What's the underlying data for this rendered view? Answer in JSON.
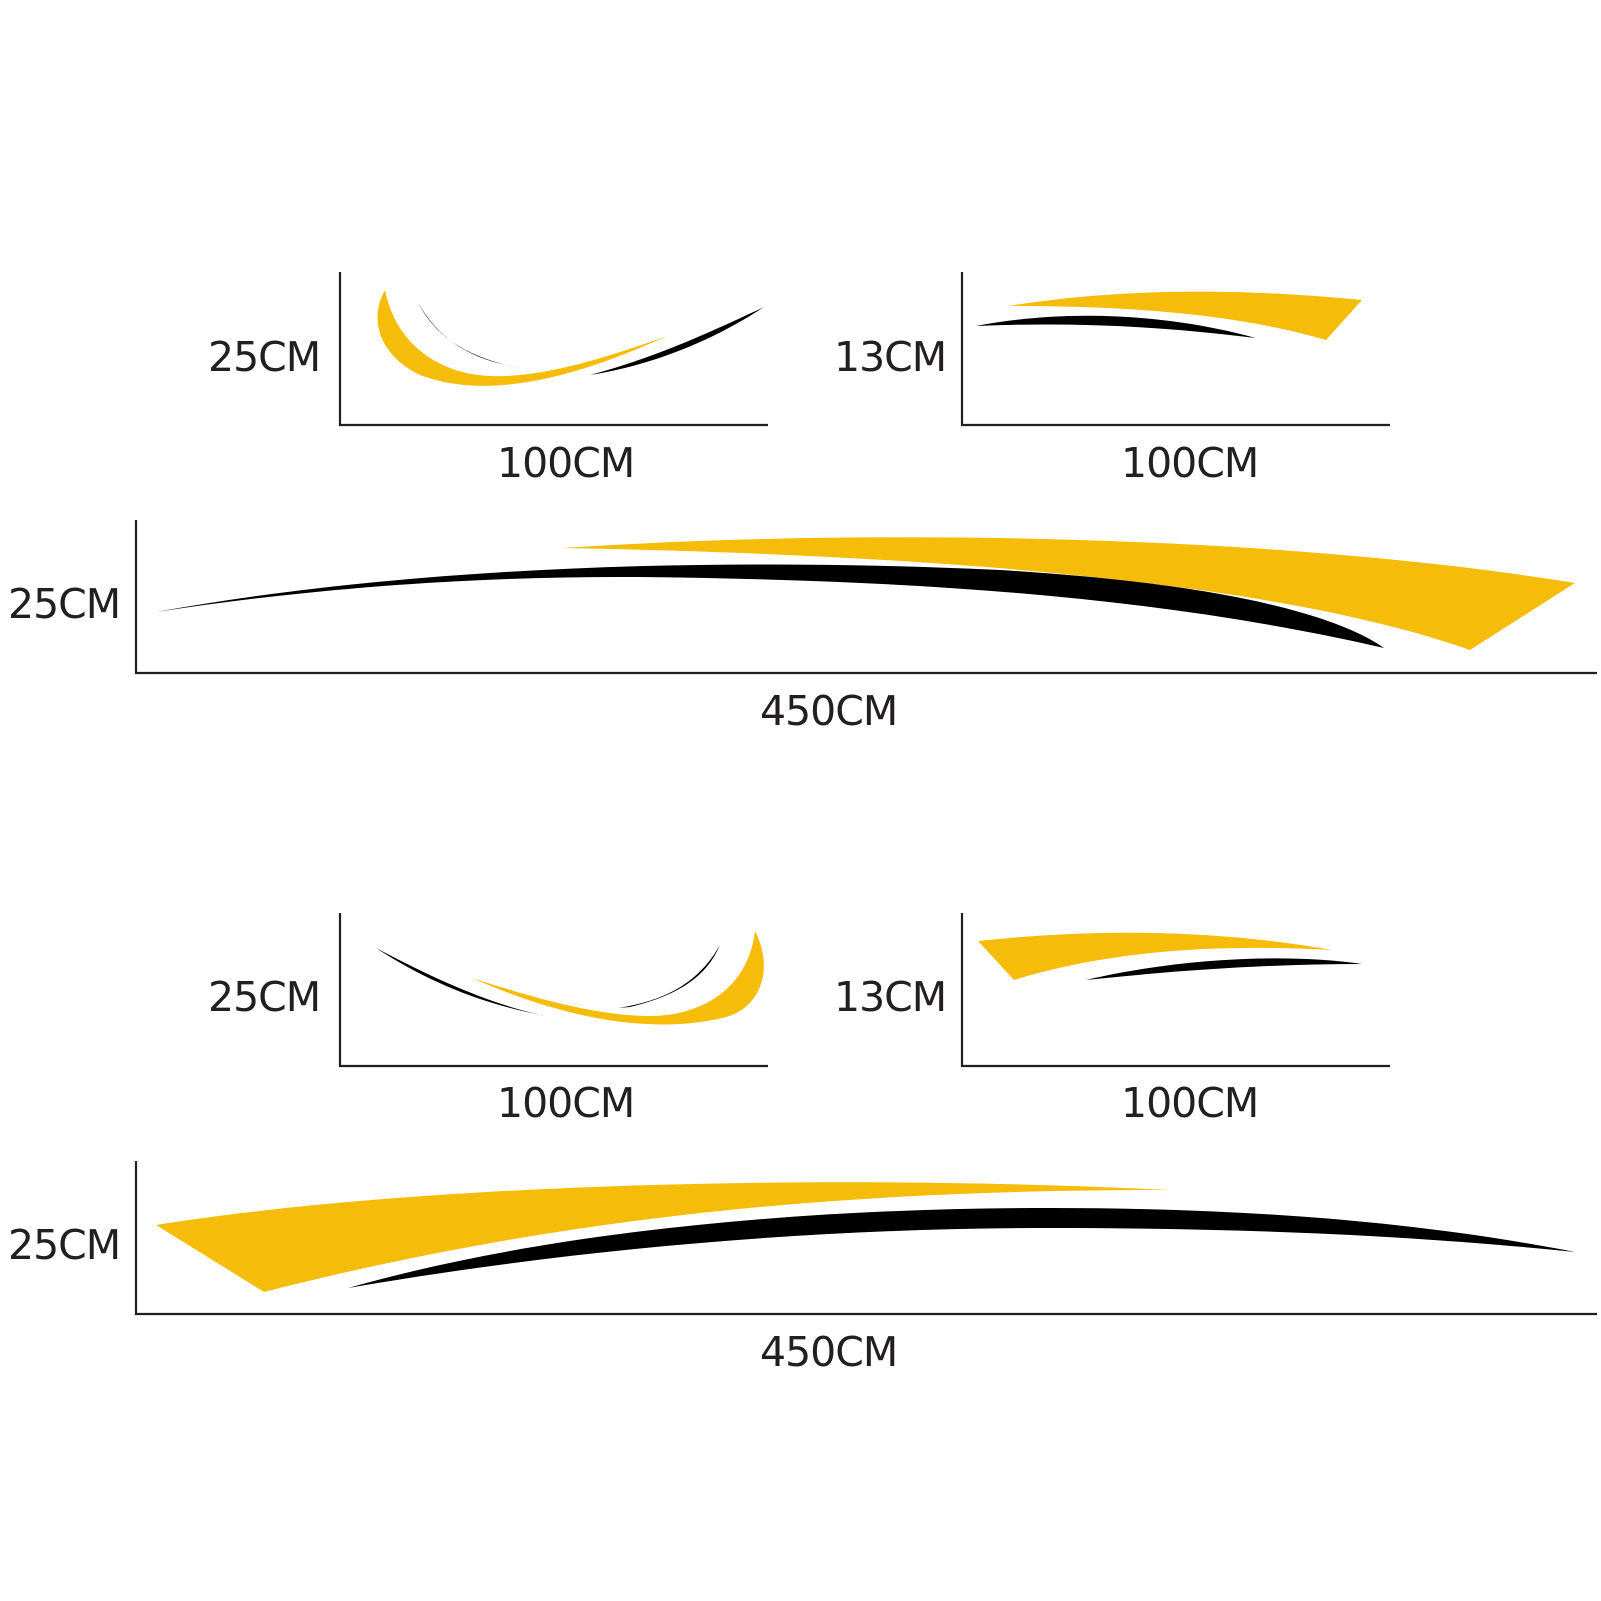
{
  "colors": {
    "yellow": "#f5bd0a",
    "black": "#000000",
    "axis": "#231f20",
    "text": "#231f20",
    "background": "#ffffff"
  },
  "panels": [
    {
      "id": "set1-piece-a",
      "height_label": "25CM",
      "width_label": "100CM"
    },
    {
      "id": "set1-piece-b",
      "height_label": "13CM",
      "width_label": "100CM"
    },
    {
      "id": "set1-piece-c",
      "height_label": "25CM",
      "width_label": "450CM"
    },
    {
      "id": "set2-piece-a",
      "height_label": "25CM",
      "width_label": "100CM"
    },
    {
      "id": "set2-piece-b",
      "height_label": "13CM",
      "width_label": "100CM"
    },
    {
      "id": "set2-piece-c",
      "height_label": "25CM",
      "width_label": "450CM"
    }
  ]
}
